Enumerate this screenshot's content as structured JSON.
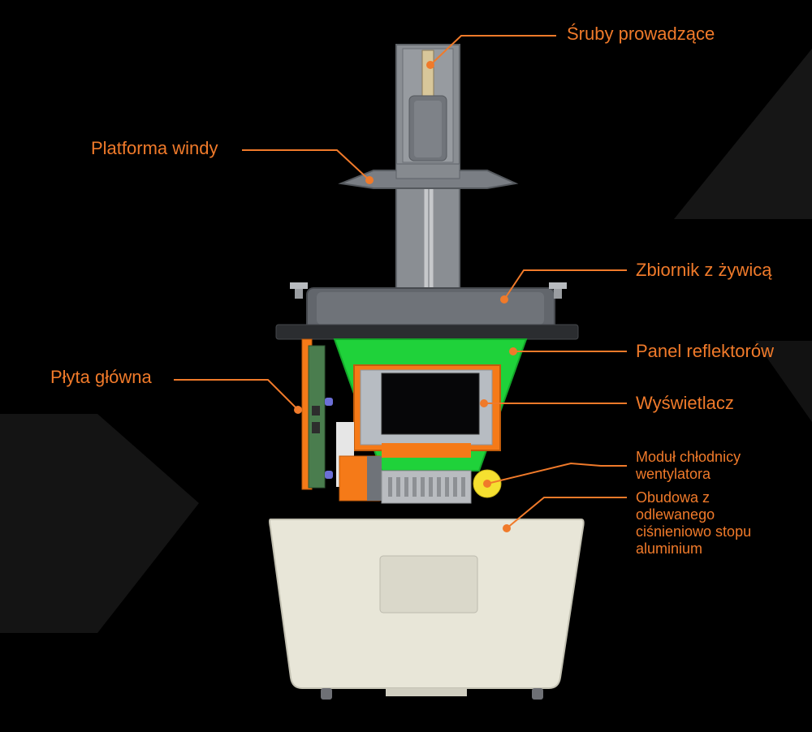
{
  "colors": {
    "accent": "#f07a2a",
    "background": "#000000",
    "green_panel": "#1fd23a",
    "orange_part": "#f57a18",
    "housing": "#e8e6d8"
  },
  "labels": {
    "lead_screws": "Śruby prowadzące",
    "elevator_platform": "Platforma windy",
    "resin_tank": "Zbiornik z żywicą",
    "reflector_panel": "Panel reflektorów",
    "mainboard": "Płyta główna",
    "display": "Wyświetlacz",
    "fan_cooler_module": "Moduł chłodnicy\nwentylatora",
    "housing": "Obudowa z\nodlewanego\nciśnieniowo stopu\naluminium"
  }
}
